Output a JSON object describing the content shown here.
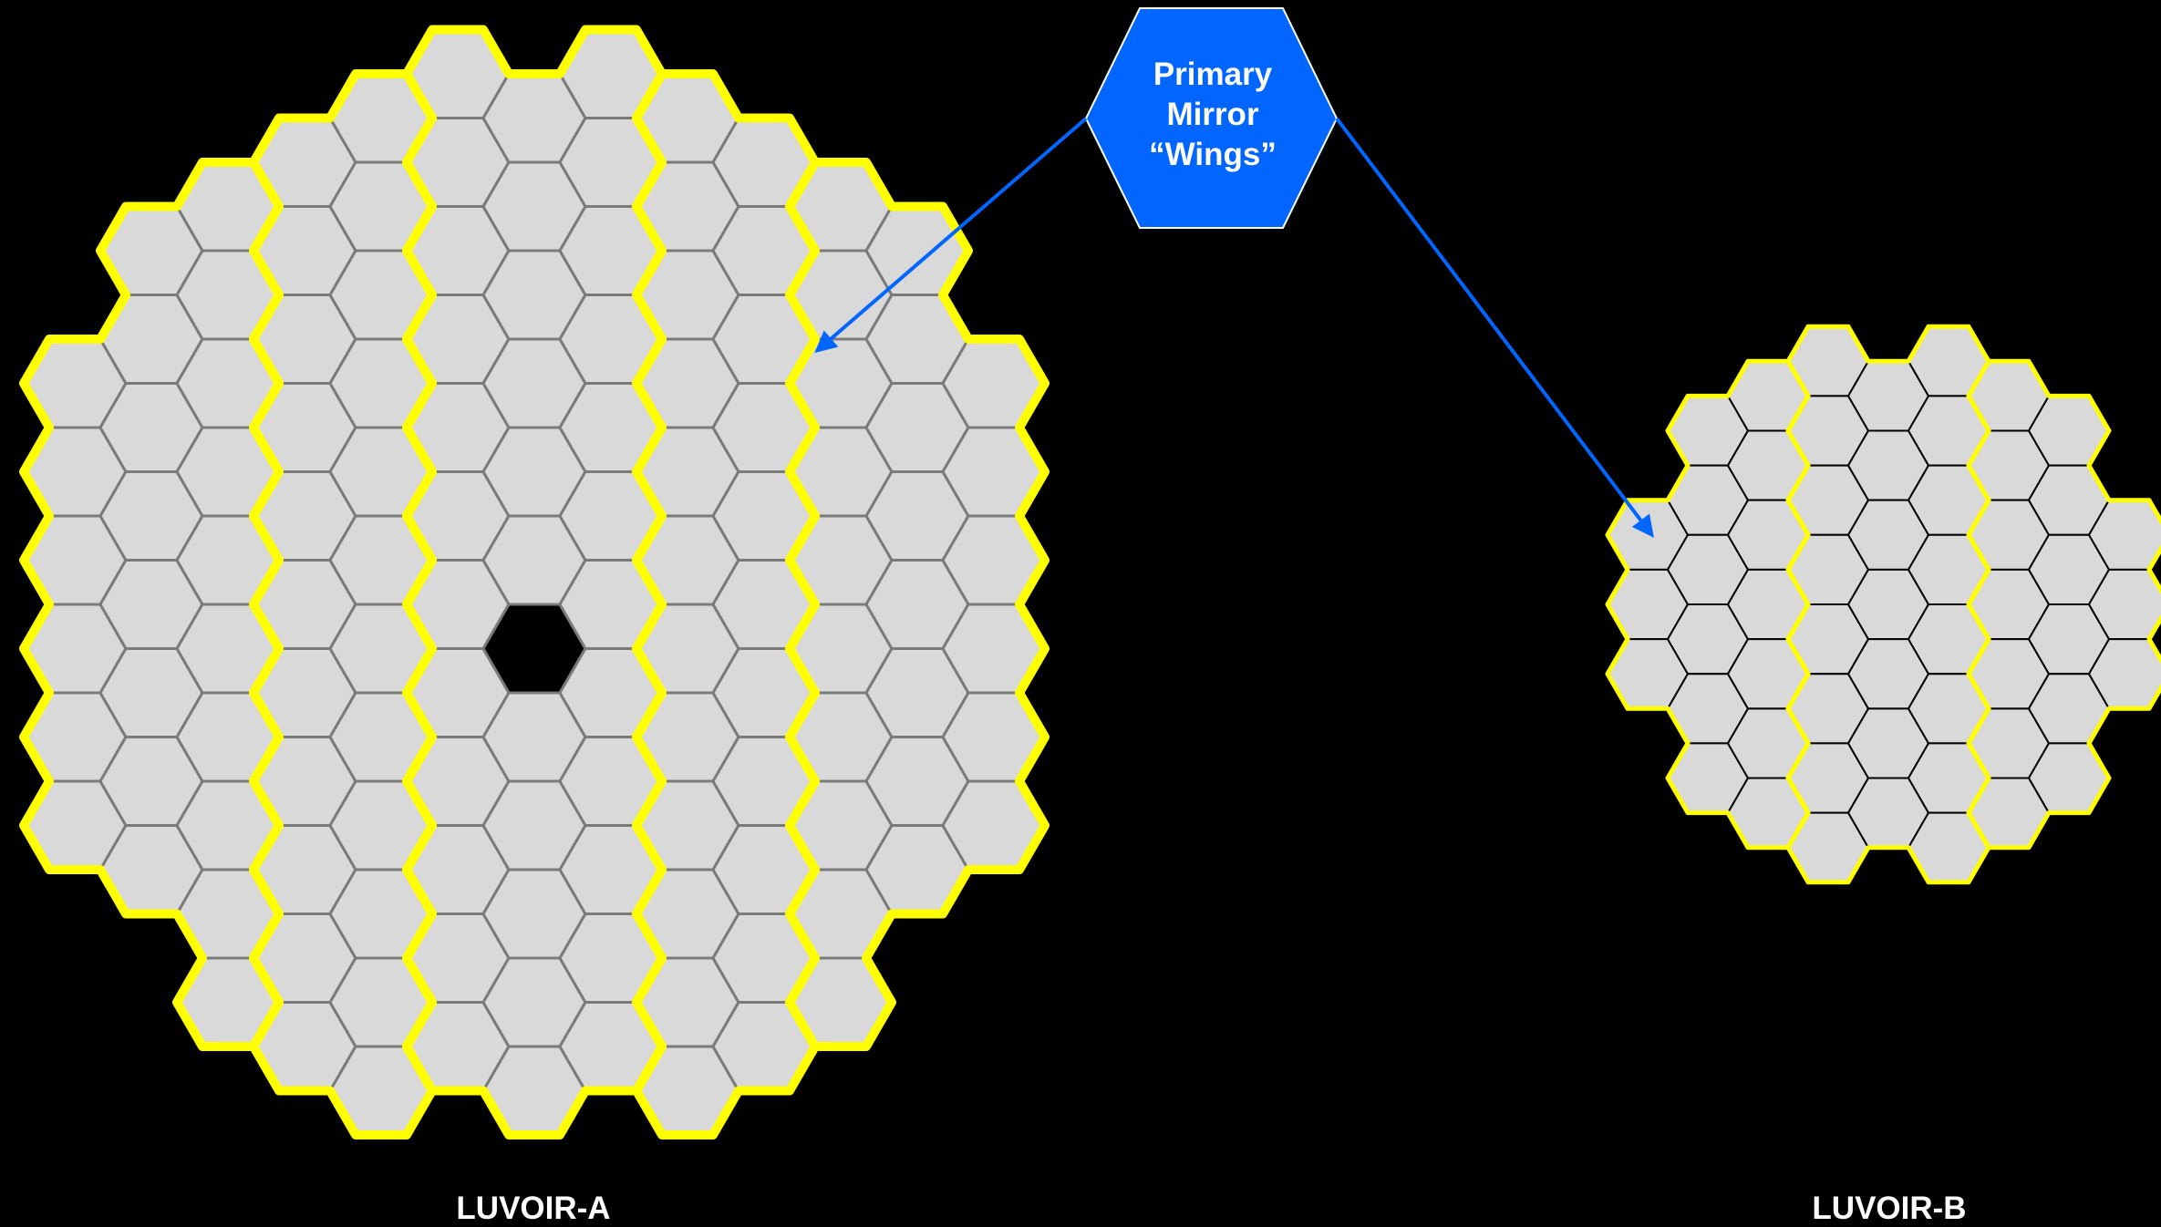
{
  "callout": {
    "lines": [
      "Primary",
      "Mirror",
      "“Wings”"
    ],
    "color": "#0066ff"
  },
  "luvoir_a": {
    "label": "LUVOIR-A",
    "segment_fill": "#d9d9d9",
    "segment_edge": "#7a7a7a",
    "wing_outline": "#ffff00",
    "center_cutout": "black-hexagon"
  },
  "luvoir_b": {
    "label": "LUVOIR-B",
    "segment_fill": "#d9d9d9",
    "segment_edge": "#000000",
    "wing_outline": "#ffff00"
  },
  "background": "#000000"
}
